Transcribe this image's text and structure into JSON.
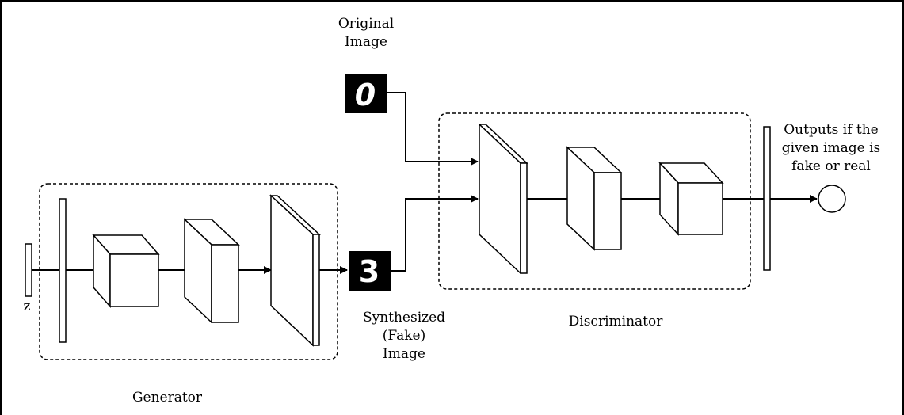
{
  "labels": {
    "original_image": [
      "Original",
      "Image"
    ],
    "synthesized_image": [
      "Synthesized",
      "(Fake)",
      "Image"
    ],
    "generator": "Generator",
    "discriminator": "Discriminator",
    "outputs": [
      "Outputs if the",
      "given image is",
      "fake or real"
    ],
    "z": "z"
  },
  "digits": {
    "original": "0",
    "synthesized": "3"
  },
  "colors": {
    "stroke": "#000000",
    "fill": "#ffffff",
    "digit_bg": "#000000",
    "digit_fg": "#ffffff"
  }
}
